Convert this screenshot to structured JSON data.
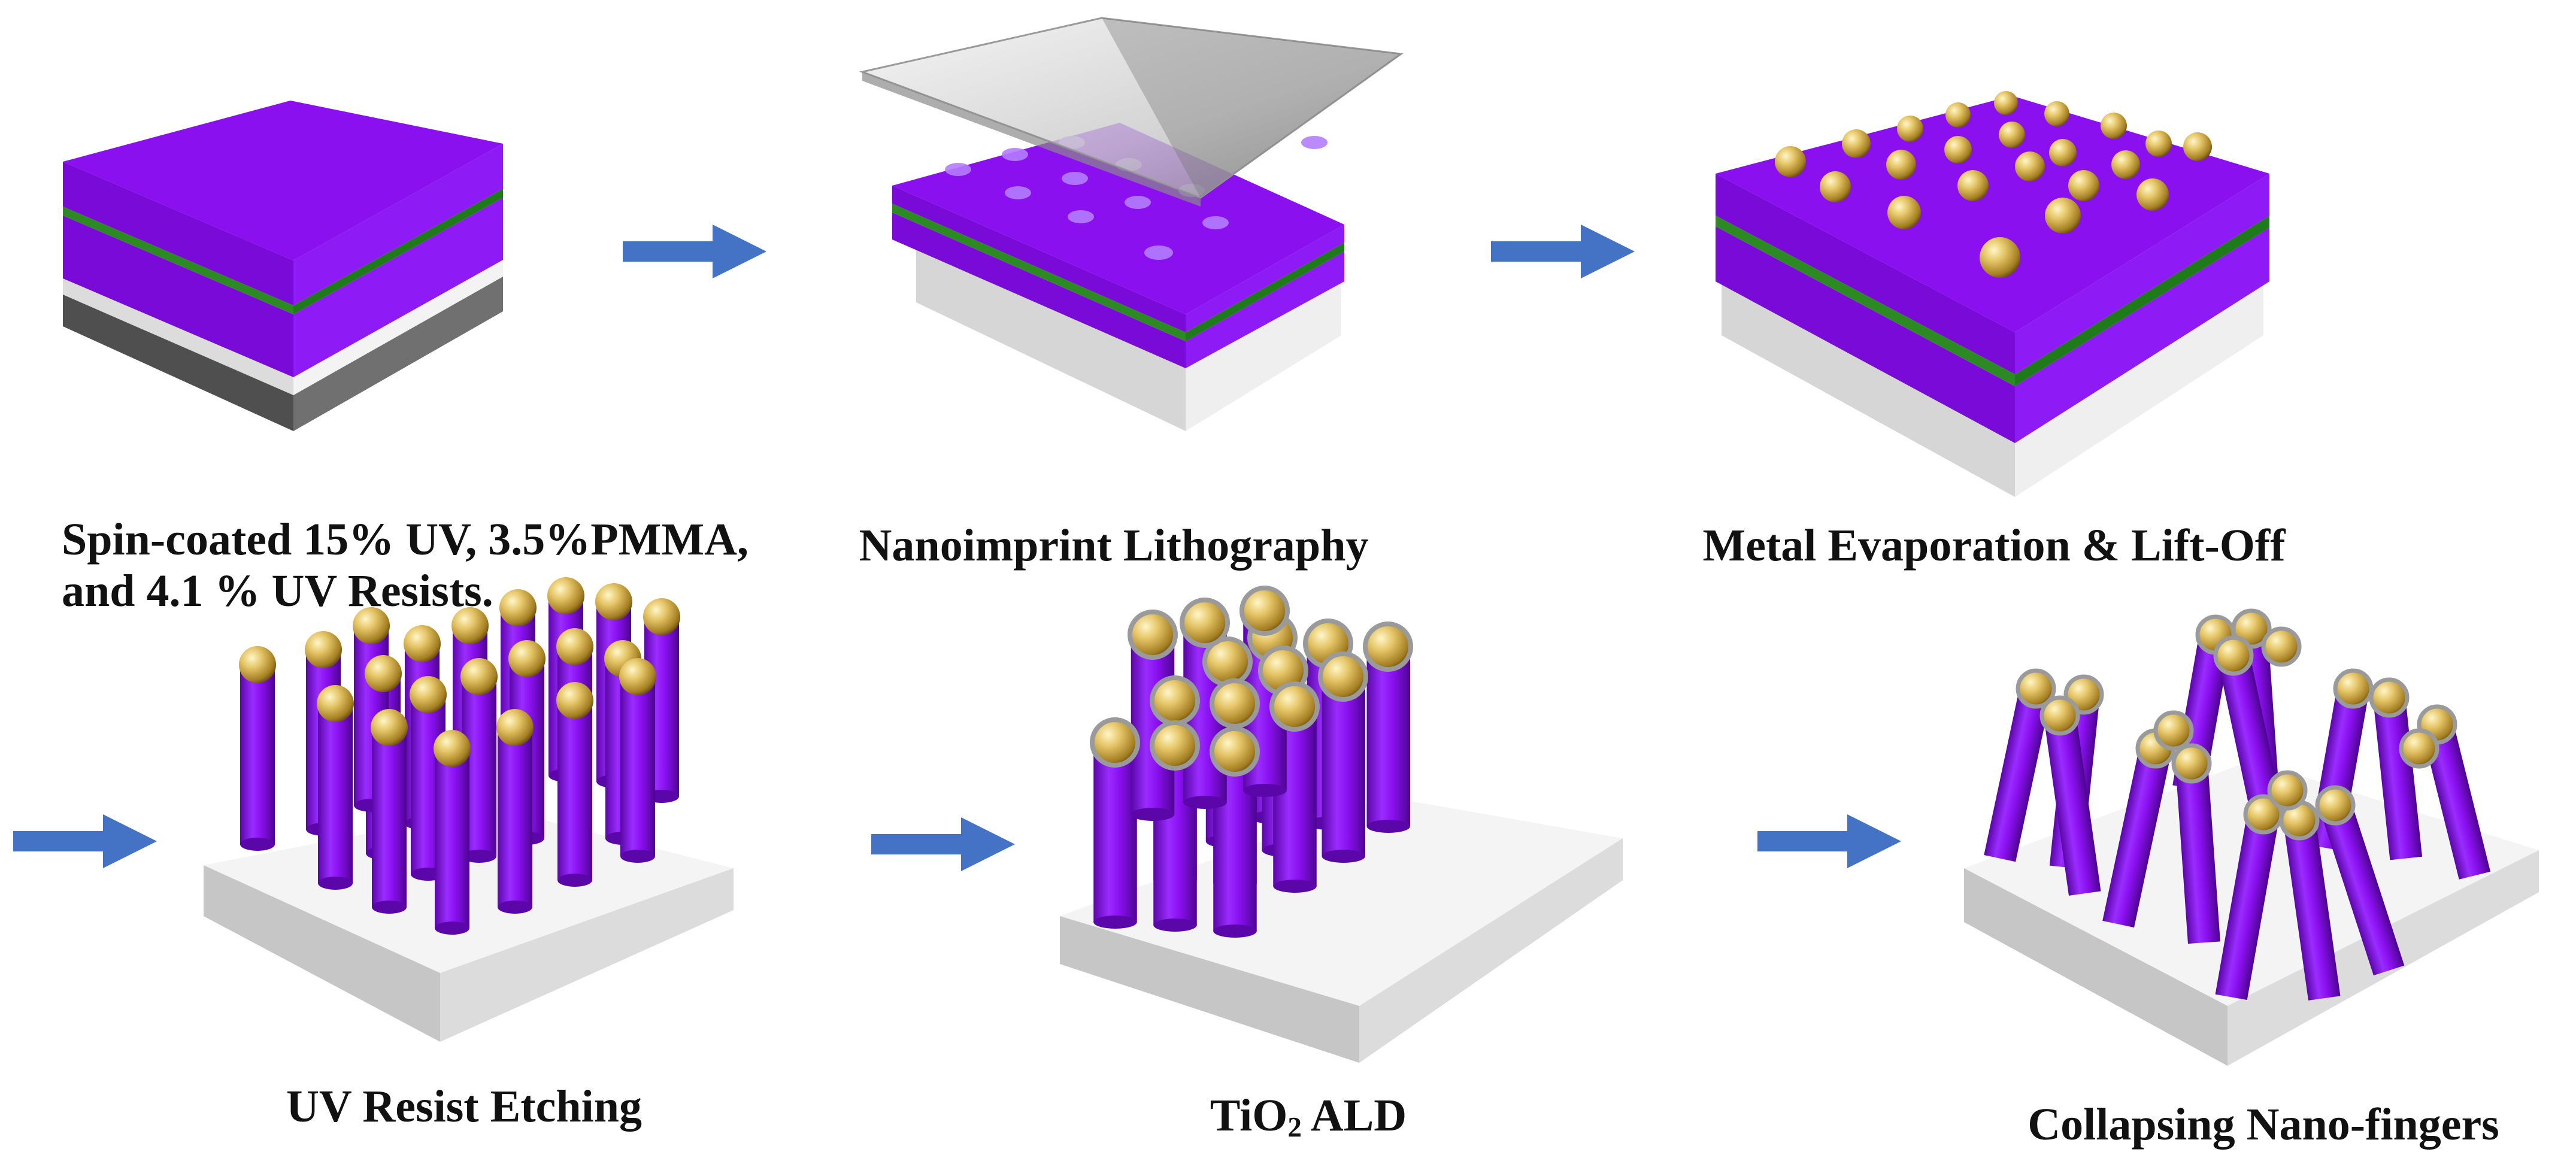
{
  "steps": [
    {
      "id": "spin-coat",
      "caption_lines": [
        "Spin-coated 15% UV, 3.5%PMMA,",
        "and 4.1 % UV Resists."
      ]
    },
    {
      "id": "nil",
      "caption": "Nanoimprint Lithography"
    },
    {
      "id": "metal",
      "caption": "Metal Evaporation & Lift-Off"
    },
    {
      "id": "etch",
      "caption": "UV Resist Etching"
    },
    {
      "id": "ald",
      "caption_main": "TiO",
      "caption_sub": "2",
      "caption_tail": " ALD"
    },
    {
      "id": "collapse",
      "caption": "Collapsing Nano-fingers"
    }
  ],
  "colors": {
    "resist": "#8a10f0",
    "resist_dark": "#6a08be",
    "green_layer": "#1f7a1a",
    "substrate": "#e6e6e6",
    "dark_layer": "#555555",
    "gold": "#d4b04a",
    "arrow": "#4472c4"
  },
  "icons": [
    "arrow-right-icon"
  ]
}
